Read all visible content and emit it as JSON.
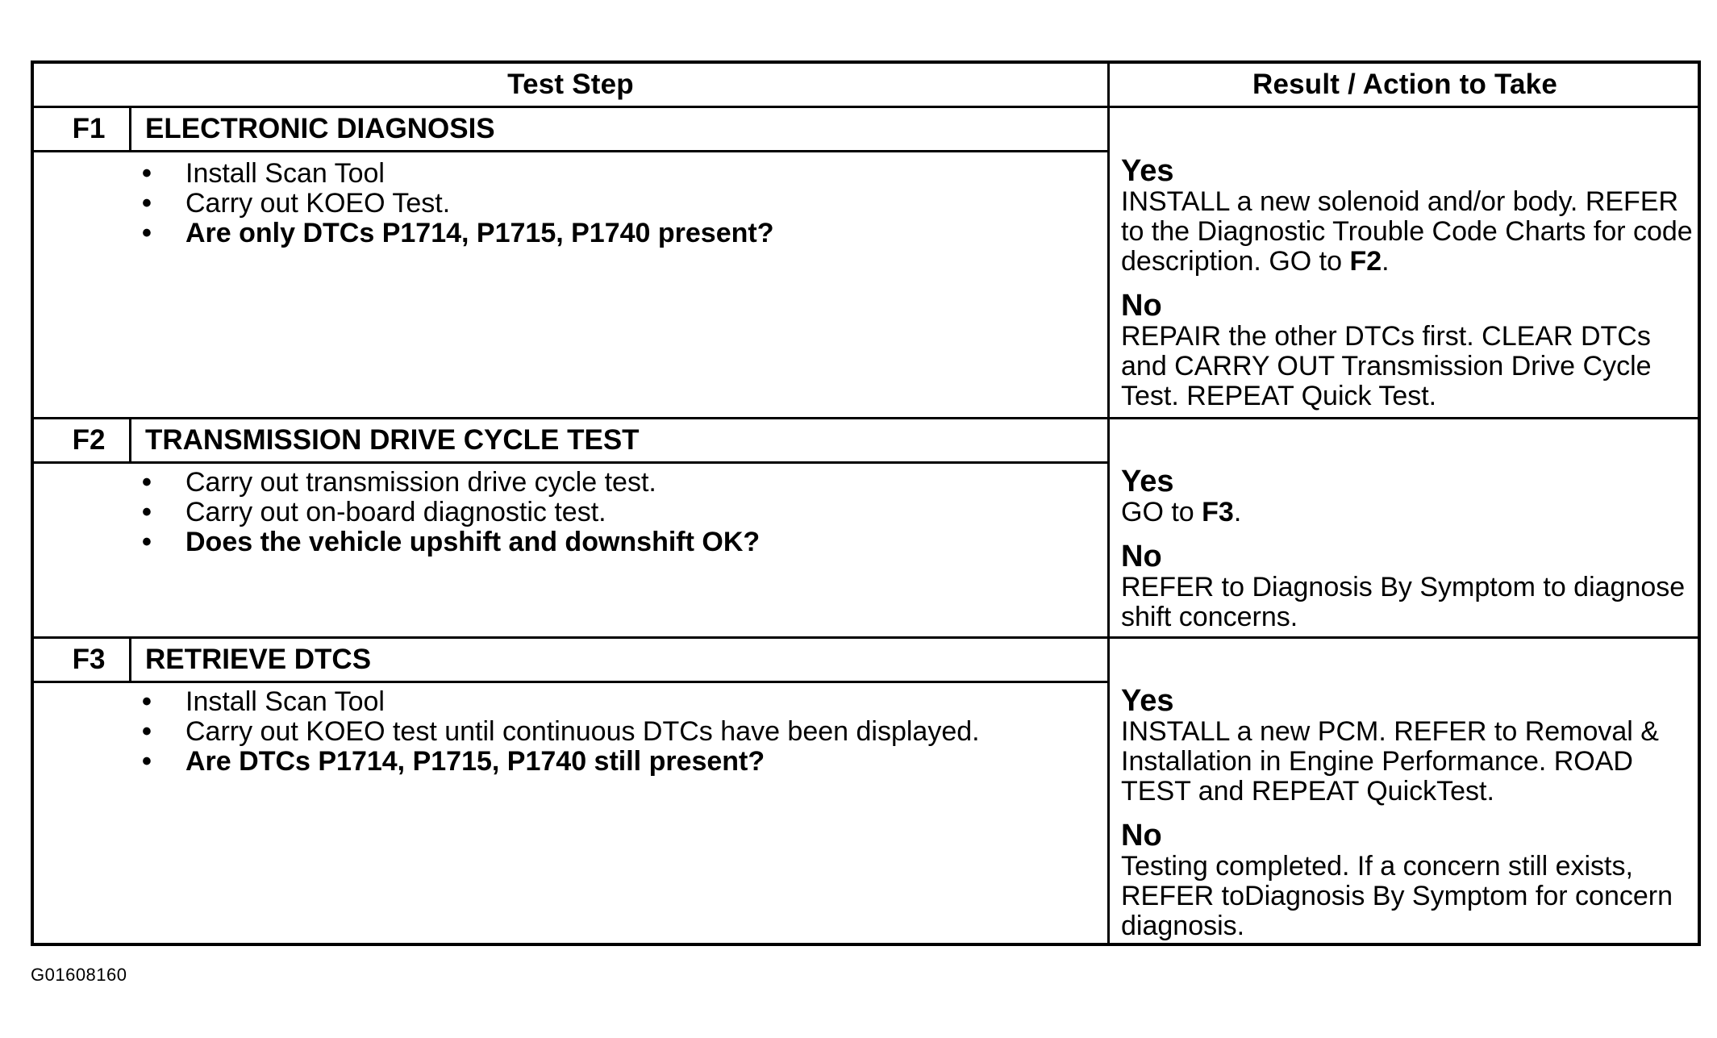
{
  "table": {
    "header": {
      "test_step": "Test Step",
      "result_action": "Result / Action to Take"
    },
    "steps": [
      {
        "id": "F1",
        "title": "ELECTRONIC DIAGNOSIS",
        "bullets": [
          "Install Scan Tool",
          "Carry out KOEO Test.",
          "Are only DTCs P1714, P1715, P1740 present?"
        ],
        "yes_label": "Yes",
        "yes_text": "INSTALL a new solenoid and/or body. REFER to the Diagnostic Trouble Code Charts for code description. GO to ",
        "yes_ref": "F2",
        "yes_end": ".",
        "no_label": "No",
        "no_text": "REPAIR the other DTCs first. CLEAR DTCs and CARRY OUT Transmission Drive Cycle Test. REPEAT Quick Test."
      },
      {
        "id": "F2",
        "title": "TRANSMISSION DRIVE CYCLE TEST",
        "bullets": [
          "Carry out transmission drive cycle test.",
          "Carry out on-board diagnostic test.",
          "Does the vehicle upshift and downshift OK?"
        ],
        "yes_label": "Yes",
        "yes_text": "GO to ",
        "yes_ref": "F3",
        "yes_end": ".",
        "no_label": "No",
        "no_text": "REFER to Diagnosis By Symptom to diagnose shift concerns."
      },
      {
        "id": "F3",
        "title": "RETRIEVE DTCS",
        "bullets": [
          "Install Scan Tool",
          "Carry out KOEO test until continuous DTCs have been displayed.",
          "Are DTCs P1714, P1715, P1740 still present?"
        ],
        "yes_label": "Yes",
        "yes_text": "INSTALL a new PCM. REFER to Removal & Installation in Engine Performance. ROAD TEST and REPEAT QuickTest.",
        "no_label": "No",
        "no_text": "Testing completed. If a concern still exists, REFER toDiagnosis By Symptom for concern diagnosis."
      }
    ]
  },
  "figure_id": "G01608160"
}
